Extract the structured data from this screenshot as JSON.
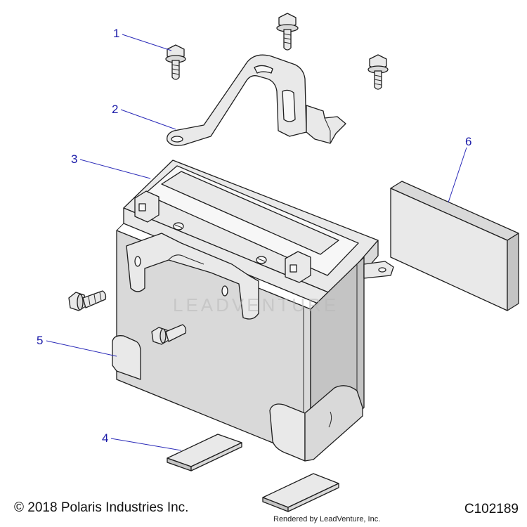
{
  "callouts": [
    {
      "label": "1"
    },
    {
      "label": "2"
    },
    {
      "label": "3"
    },
    {
      "label": "4"
    },
    {
      "label": "5"
    },
    {
      "label": "6"
    }
  ],
  "watermark": "LEADVENTURE",
  "footer": {
    "copyright": "© 2018 Polaris Industries Inc.",
    "rendered_by": "Rendered by LeadVenture, Inc.",
    "diagram_code": "C102189"
  },
  "colors": {
    "callout": "#1a1aa8",
    "line_art": "#1e1e1e",
    "part_fill": "#d9d9d9"
  }
}
